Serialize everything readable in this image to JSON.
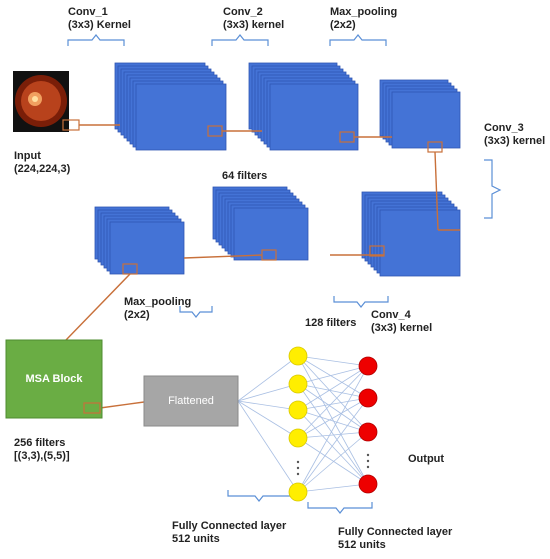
{
  "labels": {
    "conv1": "Conv_1\n(3x3) Kernel",
    "conv2": "Conv_2\n(3x3) kernel",
    "maxpool1": "Max_pooling\n(2x2)",
    "conv3": "Conv_3\n(3x3) kernel",
    "input": "Input\n(224,224,3)",
    "filters64": "64 filters",
    "maxpool2": "Max_pooling\n(2x2)",
    "filters128": "128 filters",
    "conv4": "Conv_4\n(3x3) kernel",
    "msa_block": "MSA Block",
    "flattened": "Flattened",
    "filters256": "256 filters\n[(3,3),(5,5)]",
    "output": "Output",
    "fc1": "Fully Connected layer\n512 units",
    "fc2": "Fully Connected layer\n512 units"
  },
  "colors": {
    "blue_face": "#4473d6",
    "blue_edge": "#2f56b3",
    "connector": "#c8703a",
    "msa_green": "#6aad44",
    "flat_gray": "#a6a6a6",
    "yellow_node": "#ffee00",
    "red_node": "#ee0000",
    "brace": "#5b8fd6",
    "net_line": "#a9bfe3"
  },
  "icons": {
    "input_image": "retina-fundus-image"
  }
}
